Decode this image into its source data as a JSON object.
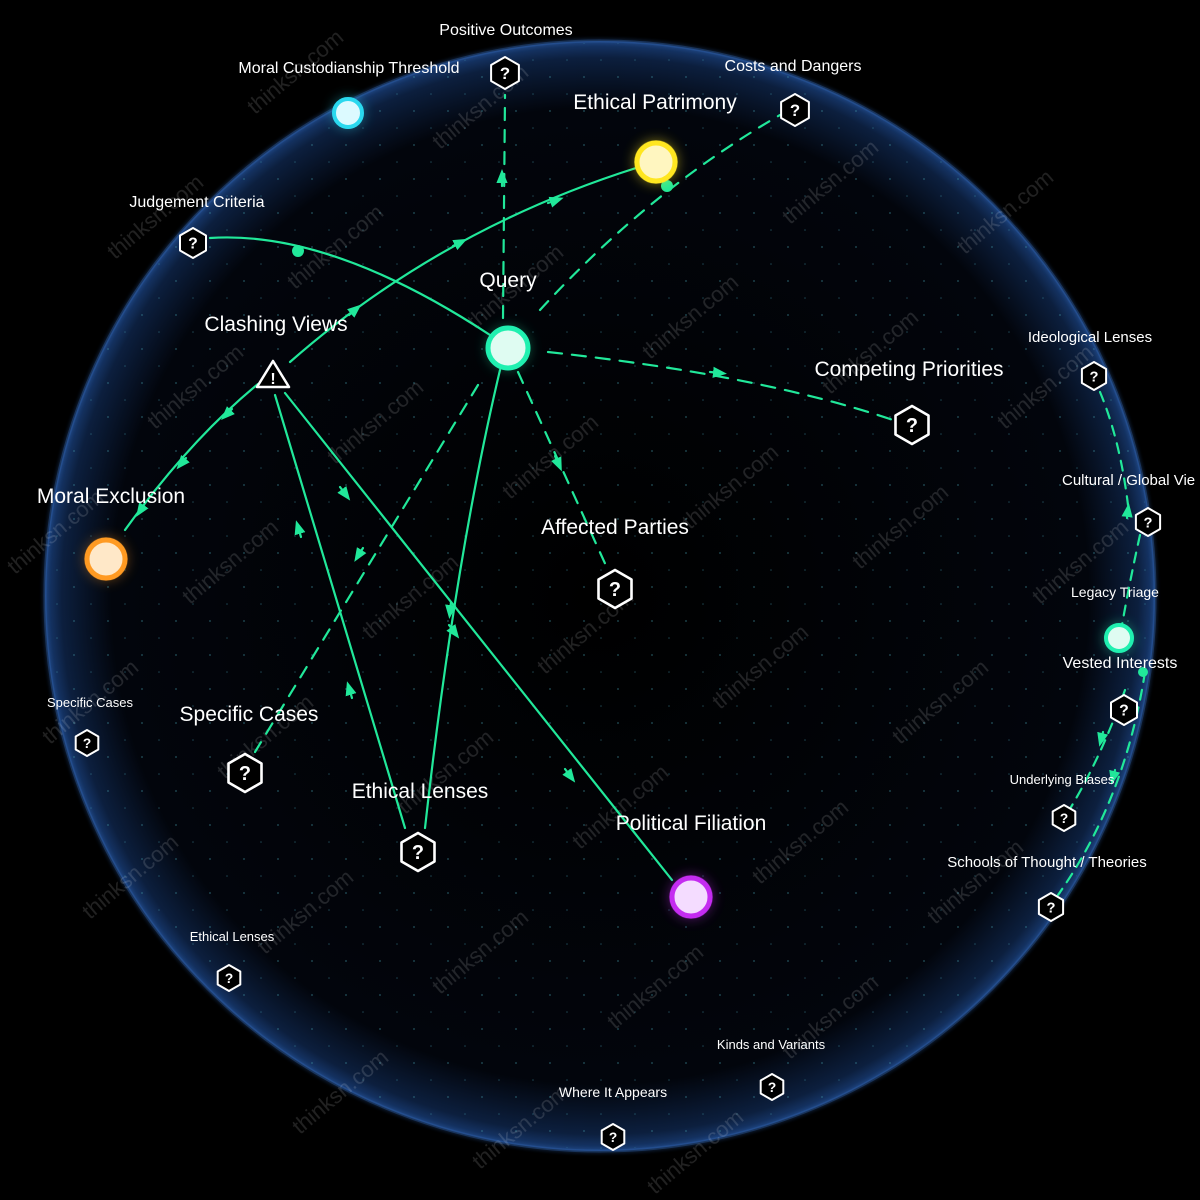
{
  "colors": {
    "edge": "#21e89a",
    "sphere_edge": "#3b6fb8",
    "query": "#20f0b0",
    "ethical_patrimony": "#ffe620",
    "moral_exclusion": "#ff9a22",
    "political_filiation": "#c42cf0",
    "moral_custodianship": "#2ad8ee",
    "vested_interests": "#20f0b0"
  },
  "watermark": "thinksn.com",
  "nodes": [
    {
      "id": "query",
      "label": "Query",
      "kind": "core"
    },
    {
      "id": "ethical-patrimony",
      "label": "Ethical Patrimony",
      "kind": "core"
    },
    {
      "id": "clashing-views",
      "label": "Clashing Views",
      "kind": "warning"
    },
    {
      "id": "moral-exclusion",
      "label": "Moral Exclusion",
      "kind": "core"
    },
    {
      "id": "competing-priorities",
      "label": "Competing Priorities",
      "kind": "unknown"
    },
    {
      "id": "affected-parties",
      "label": "Affected Parties",
      "kind": "unknown"
    },
    {
      "id": "specific-cases-inner",
      "label": "Specific Cases",
      "kind": "unknown"
    },
    {
      "id": "ethical-lenses-inner",
      "label": "Ethical Lenses",
      "kind": "unknown"
    },
    {
      "id": "political-filiation",
      "label": "Political Filiation",
      "kind": "core"
    },
    {
      "id": "positive-outcomes",
      "label": "Positive Outcomes",
      "kind": "unknown"
    },
    {
      "id": "costs-and-dangers",
      "label": "Costs and Dangers",
      "kind": "unknown"
    },
    {
      "id": "moral-custodianship-threshold",
      "label": "Moral Custodianship Threshold",
      "kind": "core"
    },
    {
      "id": "judgement-criteria",
      "label": "Judgement Criteria",
      "kind": "unknown"
    },
    {
      "id": "ideological-lenses",
      "label": "Ideological Lenses",
      "kind": "unknown"
    },
    {
      "id": "cultural-global-views",
      "label": "Cultural / Global Vie",
      "kind": "unknown"
    },
    {
      "id": "legacy-triage",
      "label": "Legacy Triage",
      "kind": "unknown"
    },
    {
      "id": "vested-interests",
      "label": "Vested Interests",
      "kind": "core"
    },
    {
      "id": "underlying-biases",
      "label": "Underlying Biases",
      "kind": "unknown"
    },
    {
      "id": "schools-of-thought",
      "label": "Schools of Thought / Theories",
      "kind": "unknown"
    },
    {
      "id": "specific-cases-outer",
      "label": "Specific Cases",
      "kind": "unknown"
    },
    {
      "id": "ethical-lenses-outer",
      "label": "Ethical Lenses",
      "kind": "unknown"
    },
    {
      "id": "kinds-and-variants",
      "label": "Kinds and Variants",
      "kind": "unknown"
    },
    {
      "id": "where-it-appears",
      "label": "Where It Appears",
      "kind": "unknown"
    }
  ]
}
